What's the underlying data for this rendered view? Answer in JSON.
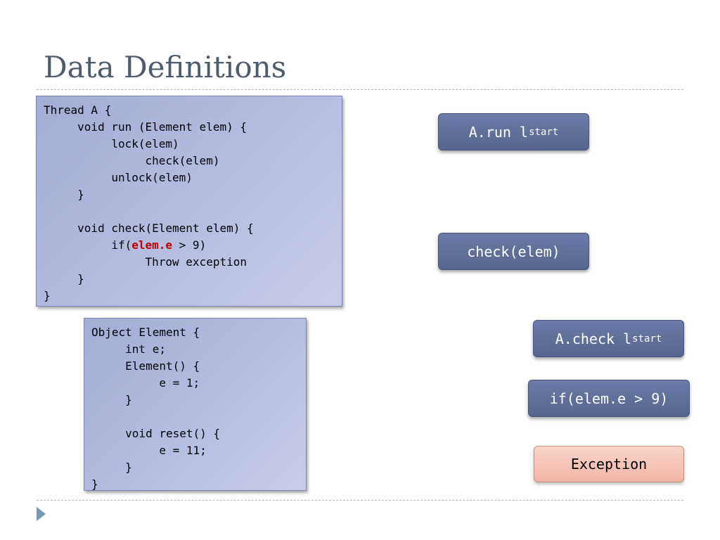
{
  "slide": {
    "title": "Data Definitions"
  },
  "thread_code": {
    "lines": [
      "Thread A {",
      "     void run (Element elem) {",
      "          lock(elem)",
      "               check(elem)",
      "          unlock(elem)",
      "     }",
      "",
      "     void check(Element elem) {",
      "          if(",
      "               Throw exception",
      "     }",
      "}"
    ],
    "highlight_text": "elem.e",
    "highlight_suffix": " > 9)"
  },
  "object_code": {
    "lines": [
      "Object Element {",
      "     int e;",
      "     Element() {",
      "          e = 1;",
      "     }",
      "",
      "     void reset() {",
      "          e = 11;",
      "     }",
      "}"
    ]
  },
  "flow": {
    "arun_label": "A.run l",
    "arun_sub": "start",
    "check_label": "check(elem)",
    "acheck_label": "A.check l",
    "acheck_sub": "start",
    "if_label": "if(elem.e > 9)",
    "exception_label": "Exception"
  },
  "colors": {
    "highlight": "#c00000",
    "flow_box": "#5e6c99",
    "exception_box": "#f5c0b3",
    "code_box": "#b3bbdf"
  }
}
